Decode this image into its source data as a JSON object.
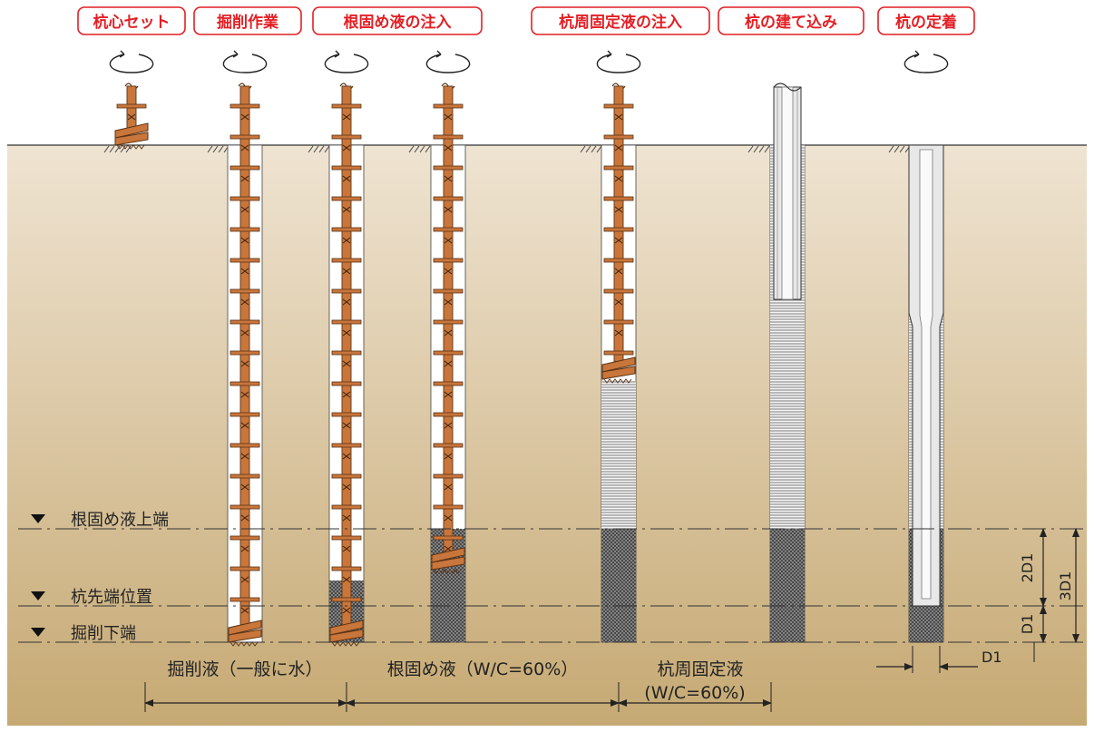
{
  "colors": {
    "accent_red": "#e31f24",
    "soil_top": "#efe4d2",
    "soil_bottom": "#c6a973",
    "auger_brown": "#c8763b",
    "auger_outline": "#5a3316",
    "pile_gray": "#d8d8d8",
    "ink": "#222222"
  },
  "steps": [
    {
      "label": "杭心セット"
    },
    {
      "label": "掘削作業"
    },
    {
      "label": "根固め液の注入"
    },
    {
      "label": "杭周固定液の注入"
    },
    {
      "label": "杭の建て込み"
    },
    {
      "label": "杭の定着"
    }
  ],
  "levels": [
    {
      "label": "根固め液上端"
    },
    {
      "label": "杭先端位置"
    },
    {
      "label": "掘削下端"
    }
  ],
  "fluids": [
    {
      "label": "掘削液（一般に水）"
    },
    {
      "label": "根固め液（W/C=60%）"
    },
    {
      "label": "杭周固定液"
    },
    {
      "label": "(W/C=60%)"
    }
  ],
  "dimensions": {
    "d1_label": "D1",
    "two_d1_label": "2D1",
    "three_d1_label": "3D1",
    "d1_bottom_label": "D1"
  },
  "icons": [
    "rotation-arrow-icon",
    "level-marker-icon",
    "ground-hatch-icon"
  ]
}
